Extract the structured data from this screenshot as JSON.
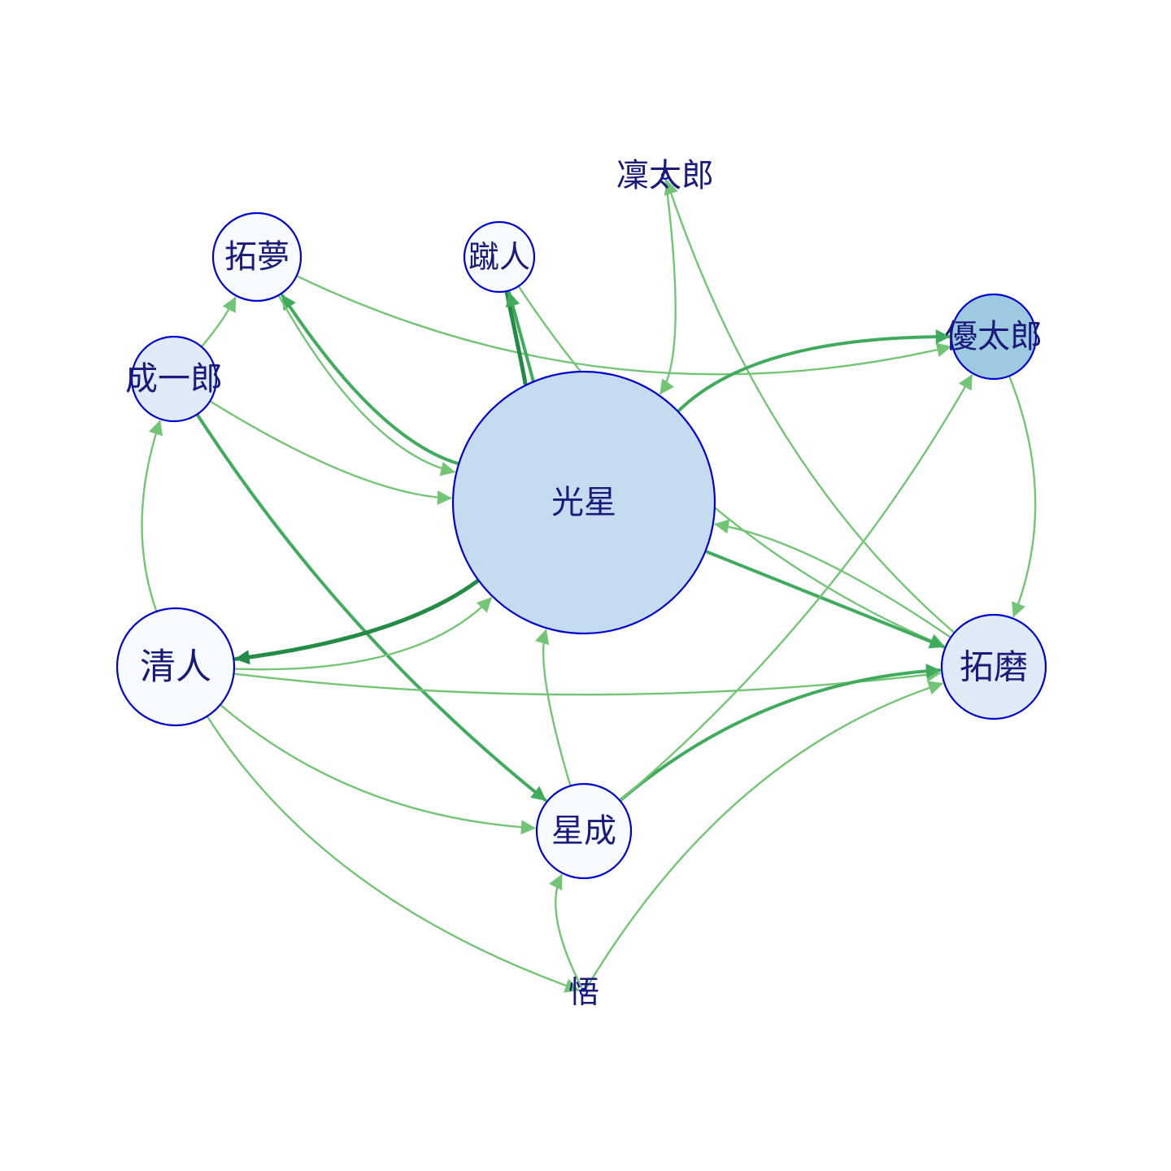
{
  "colors": {
    "background": "#ffffff",
    "node_stroke": "#0000CD",
    "label": "#1a1a7a",
    "edge_light": "#74c476",
    "edge_mid": "#41ab5d",
    "edge_dark": "#238b45"
  },
  "nodes": [
    {
      "id": "kosei",
      "label": "光星",
      "fill": "#c6dbef"
    },
    {
      "id": "takumu",
      "label": "拓夢",
      "fill": "#f7fbff"
    },
    {
      "id": "shuto",
      "label": "蹴人",
      "fill": "#f7fbff"
    },
    {
      "id": "rintaro",
      "label": "凜太郎",
      "fill": "#f7fbff"
    },
    {
      "id": "yutaro",
      "label": "優太郎",
      "fill": "#9ecae1"
    },
    {
      "id": "seiichiro",
      "label": "成一郎",
      "fill": "#deebf7"
    },
    {
      "id": "kiyoto",
      "label": "清人",
      "fill": "#f7fbff"
    },
    {
      "id": "takuma",
      "label": "拓磨",
      "fill": "#deebf7"
    },
    {
      "id": "hoshinari",
      "label": "星成",
      "fill": "#f7fbff"
    },
    {
      "id": "satoru",
      "label": "悟",
      "fill": "#f7fbff"
    }
  ],
  "edges": [
    {
      "from": "kosei",
      "to": "takumu",
      "weight": 3
    },
    {
      "from": "takumu",
      "to": "kosei",
      "weight": 1
    },
    {
      "from": "takumu",
      "to": "yutaro",
      "weight": 1
    },
    {
      "from": "shuto",
      "to": "kosei",
      "weight": 4
    },
    {
      "from": "kosei",
      "to": "shuto",
      "weight": 3
    },
    {
      "from": "shuto",
      "to": "takuma",
      "weight": 1
    },
    {
      "from": "rintaro",
      "to": "kosei",
      "weight": 1
    },
    {
      "from": "takuma",
      "to": "rintaro",
      "weight": 1
    },
    {
      "from": "kosei",
      "to": "yutaro",
      "weight": 3
    },
    {
      "from": "yutaro",
      "to": "takuma",
      "weight": 1
    },
    {
      "from": "seiichiro",
      "to": "takumu",
      "weight": 1
    },
    {
      "from": "seiichiro",
      "to": "kosei",
      "weight": 1
    },
    {
      "from": "seiichiro",
      "to": "hoshinari",
      "weight": 3
    },
    {
      "from": "kiyoto",
      "to": "seiichiro",
      "weight": 1
    },
    {
      "from": "kosei",
      "to": "kiyoto",
      "weight": 4
    },
    {
      "from": "kiyoto",
      "to": "kosei",
      "weight": 1
    },
    {
      "from": "kiyoto",
      "to": "takuma",
      "weight": 1
    },
    {
      "from": "kiyoto",
      "to": "hoshinari",
      "weight": 1
    },
    {
      "from": "kiyoto",
      "to": "satoru",
      "weight": 1
    },
    {
      "from": "kosei",
      "to": "takuma",
      "weight": 3
    },
    {
      "from": "takuma",
      "to": "kosei",
      "weight": 1
    },
    {
      "from": "hoshinari",
      "to": "kosei",
      "weight": 1
    },
    {
      "from": "hoshinari",
      "to": "takuma",
      "weight": 3
    },
    {
      "from": "hoshinari",
      "to": "yutaro",
      "weight": 1
    },
    {
      "from": "satoru",
      "to": "hoshinari",
      "weight": 1
    },
    {
      "from": "satoru",
      "to": "takuma",
      "weight": 1
    }
  ]
}
